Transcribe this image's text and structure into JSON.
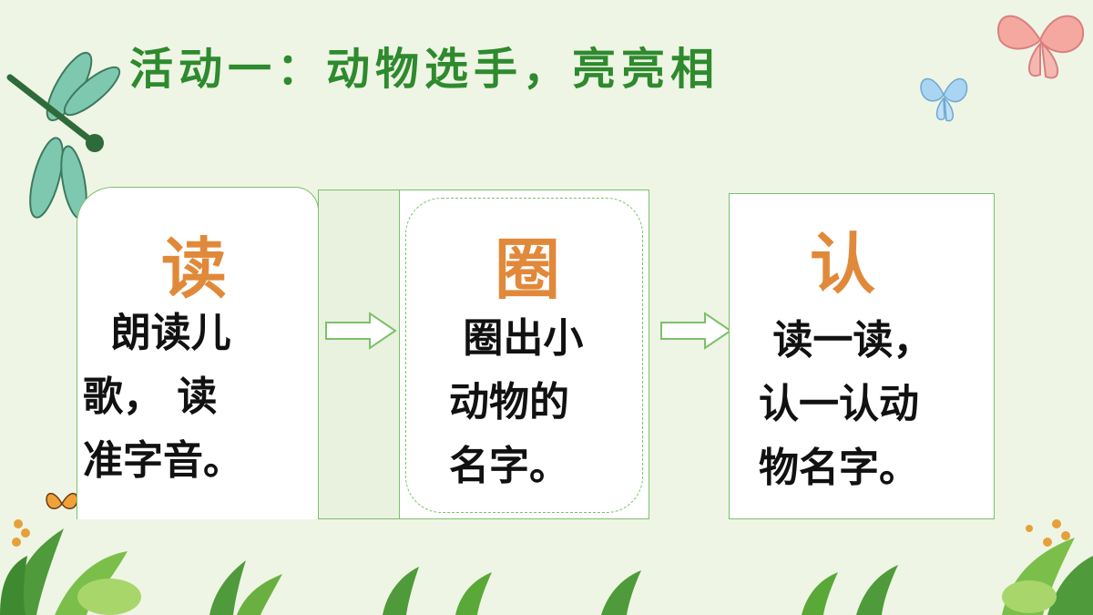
{
  "title": "活动一：动物选手，亮亮相",
  "cards": [
    {
      "heading": "读",
      "lines": [
        "  朗读儿",
        "歌， 读",
        "准字音。"
      ]
    },
    {
      "heading": "圈",
      "lines": [
        " 圈出小",
        "动物的",
        "名字。"
      ]
    },
    {
      "heading": "认",
      "lines": [
        " 读一读，",
        "认一认动",
        "物名字。"
      ]
    }
  ],
  "colors": {
    "title": "#2e8a2e",
    "heading": "#e1893a",
    "border": "#7cc06a",
    "background": "#eef5e4"
  },
  "decorations": [
    "dragonfly-icon",
    "butterfly-pink-icon",
    "butterfly-blue-icon",
    "butterfly-orange-icon",
    "plants-icon"
  ]
}
